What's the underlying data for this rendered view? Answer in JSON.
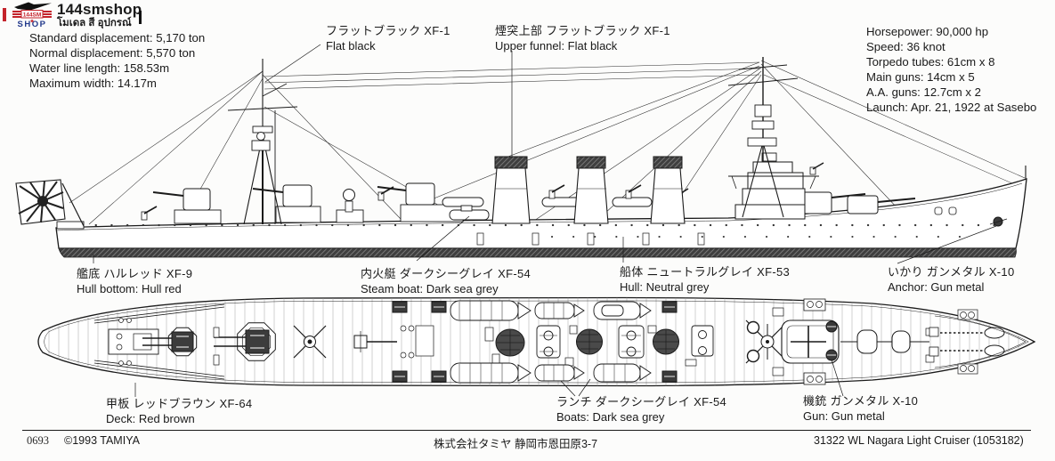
{
  "page": {
    "kind": "model-kit painting instruction sheet",
    "paper_color": "#fcfcfb",
    "ink_color": "#1a1a1a",
    "accent_red": "#c4232b",
    "accent_blue": "#233a8c",
    "dark_fill": "#454545"
  },
  "logo": {
    "brand": "144smshop",
    "subtitle_thai": "โมเดล สี อุปกรณ์",
    "badge_text": "144SM",
    "badge_word": "SHOP",
    "icons": [
      "airplane-silhouette",
      "star",
      "red-stripes"
    ]
  },
  "specs_left": {
    "lines": [
      "Standard displacement: 5,170 ton",
      "Normal displacement: 5,570 ton",
      "Water line length: 158.53m",
      "Maximum width: 14.17m"
    ]
  },
  "specs_right": {
    "lines": [
      "Horsepower: 90,000 hp",
      "Speed: 36 knot",
      "Torpedo tubes: 61cm x 8",
      "Main guns: 14cm x 5",
      "A.A. guns: 12.7cm x 2",
      "Launch: Apr. 21, 1922 at Sasebo"
    ]
  },
  "paint_callouts": {
    "flat_black": {
      "jp": "フラットブラック  XF-1",
      "en": "Flat black"
    },
    "upper_funnel": {
      "jp": "煙突上部 フラットブラック  XF-1",
      "en": "Upper funnel: Flat black"
    },
    "hull_bottom": {
      "jp": "艦底 ハルレッド  XF-9",
      "en": "Hull bottom: Hull red"
    },
    "steam_boat": {
      "jp": "内火艇 ダークシーグレイ  XF-54",
      "en": "Steam boat: Dark sea grey"
    },
    "hull": {
      "jp": "船体 ニュートラルグレイ  XF-53",
      "en": "Hull: Neutral grey"
    },
    "anchor": {
      "jp": "いかり ガンメタル  X-10",
      "en": "Anchor: Gun metal"
    },
    "deck": {
      "jp": "甲板 レッドブラウン  XF-64",
      "en": "Deck: Red brown"
    },
    "boats": {
      "jp": "ランチ ダークシーグレイ  XF-54",
      "en": "Boats: Dark sea grey"
    },
    "gun": {
      "jp": "機銃 ガンメタル  X-10",
      "en": "Gun: Gun metal"
    }
  },
  "footer": {
    "code": "0693",
    "copyright": "©1993 TAMIYA",
    "address": "株式会社タミヤ  静岡市恩田原3-7",
    "product": "31322  WL Nagara Light Cruiser (1053182)"
  },
  "drawing": {
    "subject": "IJN light cruiser Nagara",
    "views": [
      "side-profile",
      "deck-plan"
    ],
    "flag_icon": "rising-sun-naval-ensign"
  }
}
